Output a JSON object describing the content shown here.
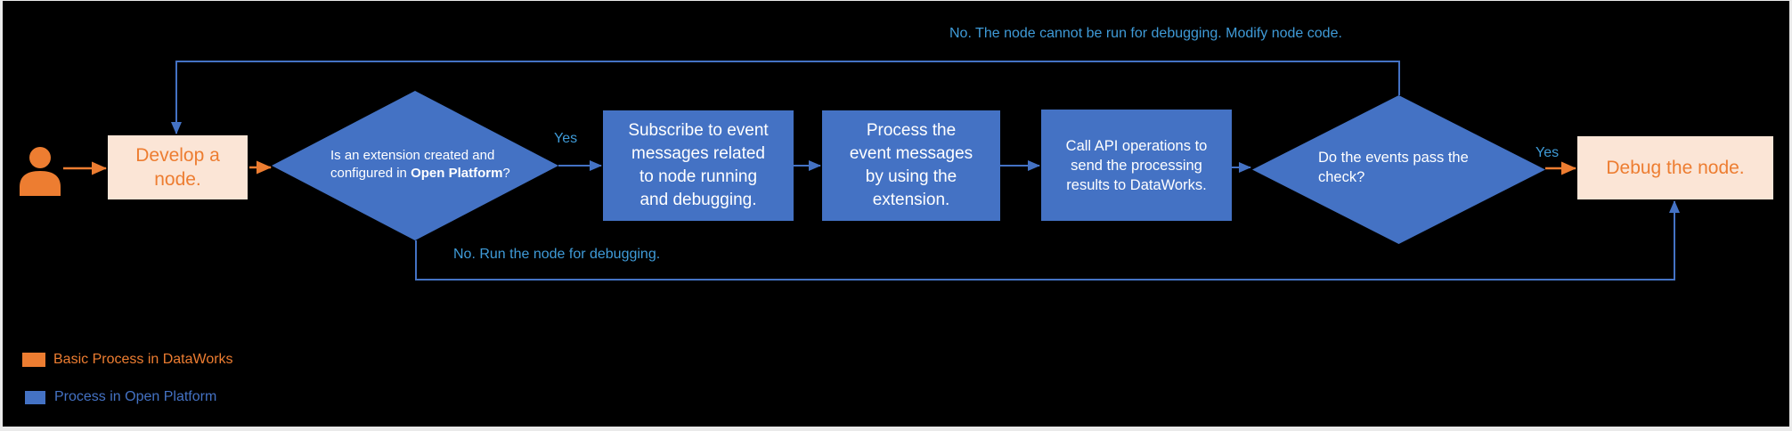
{
  "colors": {
    "background": "#000000",
    "orange_accent": "#ED7D31",
    "peach_fill": "#FBE5D6",
    "blue_fill": "#4472C4",
    "edge_label_blue": "#3F9BD8",
    "white_text": "#FFFFFF"
  },
  "nodes": {
    "develop": {
      "label": "Develop a node."
    },
    "extension_check": {
      "prefix": "Is an extension created and configured in ",
      "bold": "Open Platform",
      "suffix": "?"
    },
    "subscribe": {
      "label": "Subscribe to event messages related to node running and debugging."
    },
    "process": {
      "label": "Process the event messages by using the extension."
    },
    "call_api": {
      "label": "Call API operations to send the processing results to DataWorks."
    },
    "events_check": {
      "label": "Do the events pass the check?"
    },
    "debug": {
      "label": "Debug the node."
    }
  },
  "edge_labels": {
    "yes_extension": "Yes",
    "yes_events": "Yes",
    "no_events": "No. The node cannot be run for debugging. Modify node code.",
    "no_extension": "No. Run the node for debugging."
  },
  "legend": {
    "items": [
      {
        "label": "Basic Process in DataWorks",
        "color": "#ED7D31"
      },
      {
        "label": "Process in Open Platform",
        "color": "#4472C4"
      }
    ]
  }
}
